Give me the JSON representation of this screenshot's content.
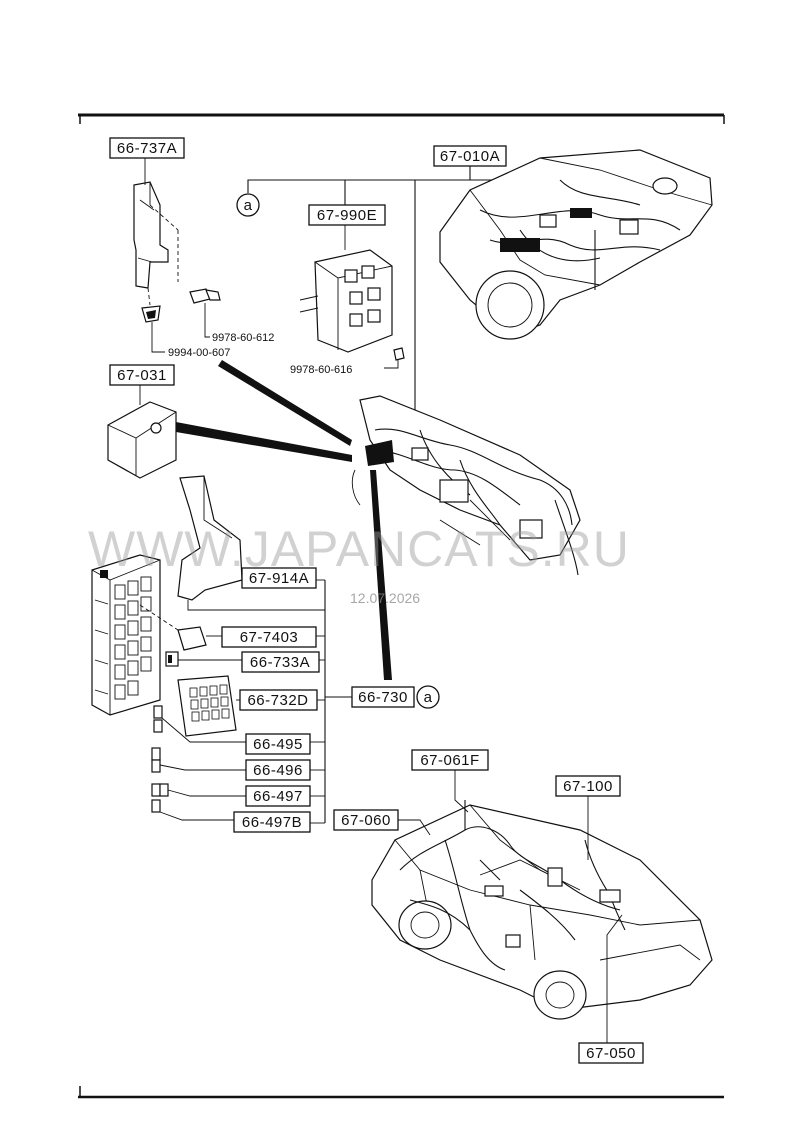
{
  "parts": {
    "p66737A": "66-737A",
    "p67010A": "67-010A",
    "p67990E": "67-990E",
    "bolt612": "9978-60-612",
    "clip607": "9994-00-607",
    "bolt616": "9978-60-616",
    "p67031": "67-031",
    "p67914A": "67-914A",
    "p677403": "67-7403",
    "p66733A": "66-733A",
    "p66730": "66-730",
    "p66732D": "66-732D",
    "p66495": "66-495",
    "p66496": "66-496",
    "p66497": "66-497",
    "p66497B": "66-497B",
    "p67061F": "67-061F",
    "p67100": "67-100",
    "p67060": "67-060",
    "p67050": "67-050"
  },
  "ref_mark": "a",
  "watermark": {
    "site": "WWW.JAPANCATS.RU",
    "date": "12.07.2026"
  }
}
